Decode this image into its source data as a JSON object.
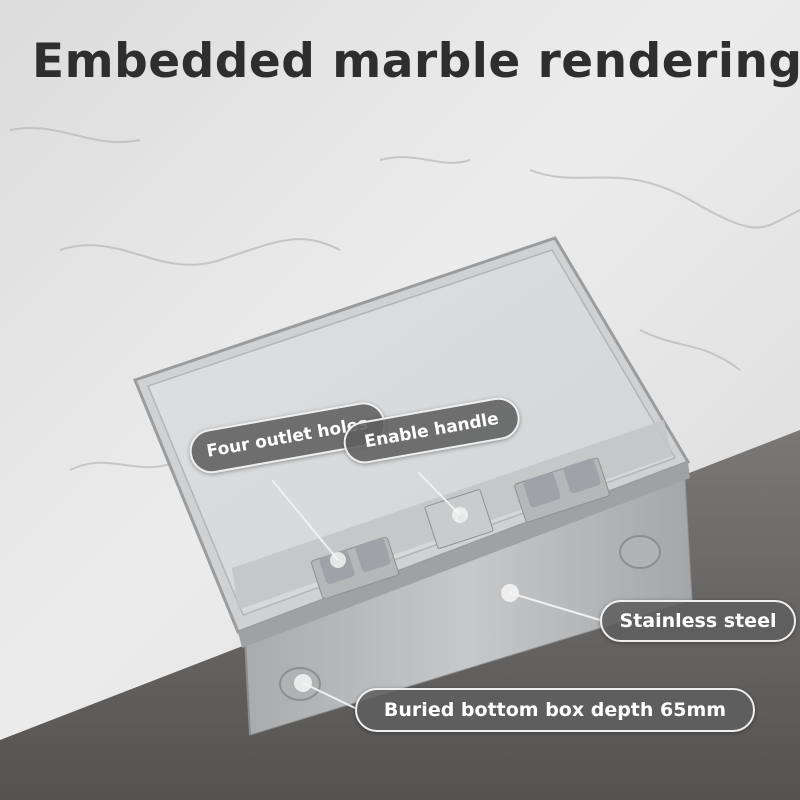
{
  "headline": "Embedded marble rendering",
  "callouts": {
    "outlet_holes": "Four outlet holes",
    "handle": "Enable handle",
    "material": "Stainless steel",
    "depth": "Buried bottom box depth 65mm"
  },
  "colors": {
    "marble": "#e6e6e6",
    "counter_edge": "#6a6866",
    "steel": "#b9bbbd",
    "callout_fill": "#5f5f5f",
    "callout_border": "#efefef",
    "headline_text": "#2e2e2e"
  }
}
